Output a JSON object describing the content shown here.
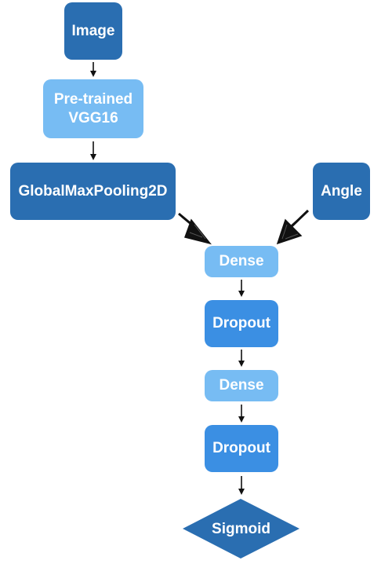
{
  "nodes": {
    "image": "Image",
    "vgg": "Pre-trained\nVGG16",
    "gmp": "GlobalMaxPooling2D",
    "angle": "Angle",
    "dense1": "Dense",
    "dropout1": "Dropout",
    "dense2": "Dense",
    "dropout2": "Dropout",
    "sigmoid": "Sigmoid"
  },
  "colors": {
    "dark_blue": "#2a6eb1",
    "light_blue": "#77bcf3",
    "mid_blue": "#3b8fe3",
    "arrow": "#111111"
  }
}
